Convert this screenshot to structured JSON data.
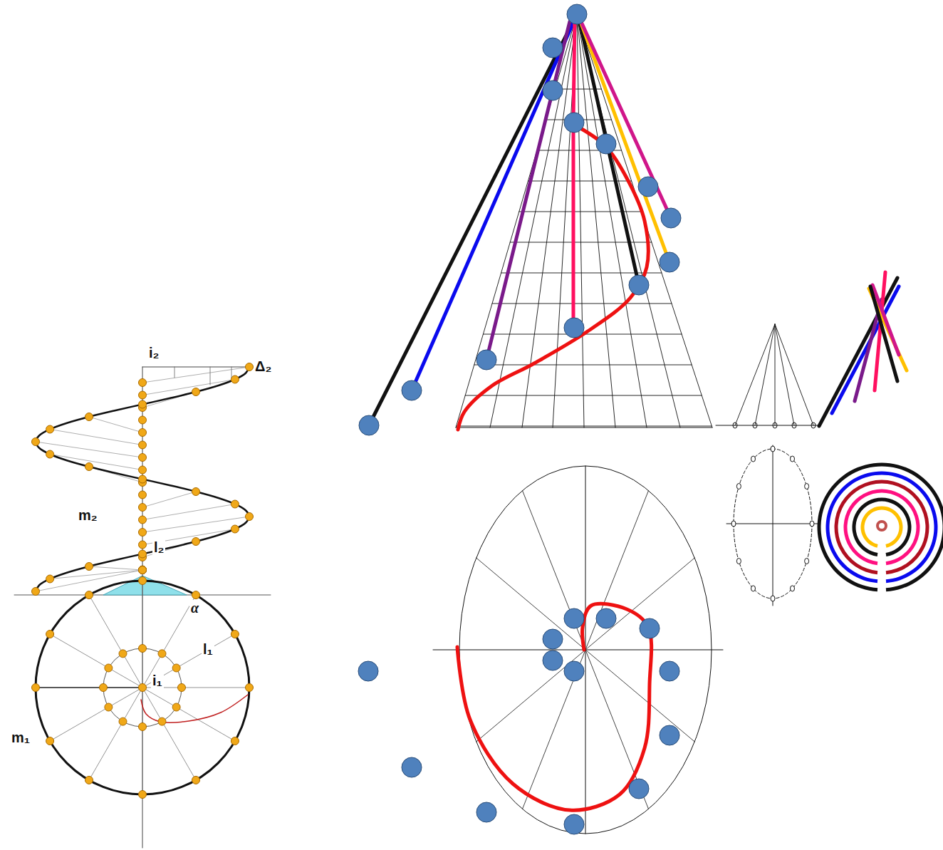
{
  "diagram": {
    "labels": [
      "i₂",
      "Δ₂",
      "m₂",
      "l₂",
      "α",
      "l₁",
      "i₁",
      "m₁"
    ]
  }
}
